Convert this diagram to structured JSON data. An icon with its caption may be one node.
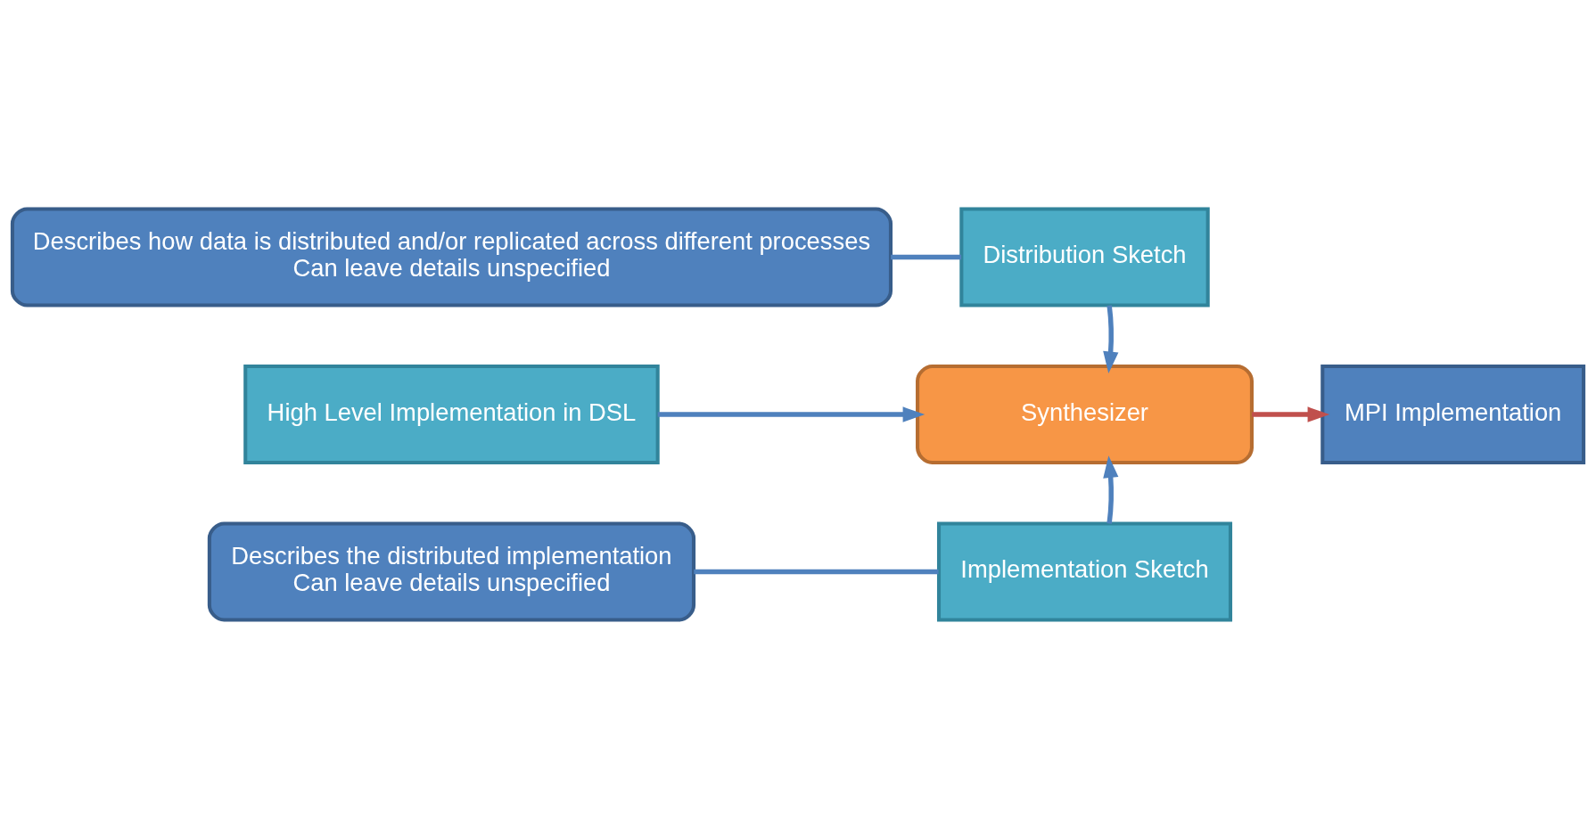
{
  "diagram": {
    "nodes": [
      {
        "text": [
          "Describes how data is distributed and/or replicated across different processes",
          "Can leave details unspecified"
        ]
      },
      {
        "text": [
          "Distribution Sketch"
        ]
      },
      {
        "text": [
          "High Level Implementation in DSL"
        ]
      },
      {
        "text": [
          "Synthesizer"
        ]
      },
      {
        "text": [
          "MPI Implementation"
        ]
      },
      {
        "text": [
          "Implementation Sketch"
        ]
      },
      {
        "text": [
          "Describes the distributed implementation",
          "Can leave details unspecified"
        ]
      }
    ],
    "edges": [
      {
        "from": 0,
        "to": 1,
        "arrow": "none"
      },
      {
        "from": 1,
        "to": 3,
        "arrow": "to"
      },
      {
        "from": 2,
        "to": 3,
        "arrow": "to"
      },
      {
        "from": 5,
        "to": 3,
        "arrow": "to"
      },
      {
        "from": 3,
        "to": 4,
        "arrow": "to",
        "color": "#c0504d"
      },
      {
        "from": 6,
        "to": 5,
        "arrow": "none"
      }
    ]
  }
}
